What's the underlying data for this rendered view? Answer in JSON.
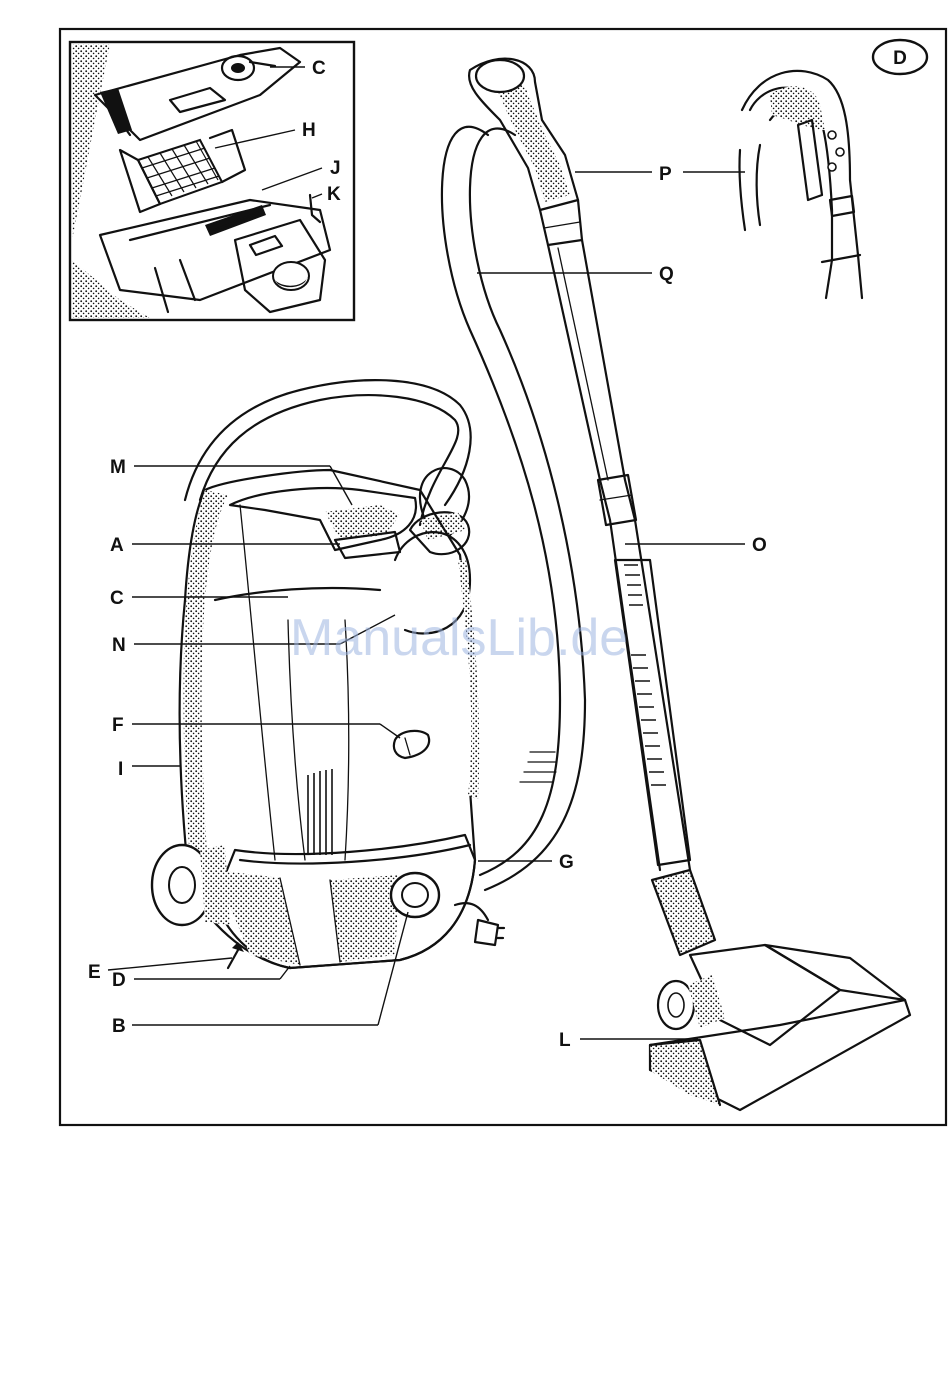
{
  "diagram": {
    "badge": "D",
    "watermark": "ManualsLib.de",
    "labels": {
      "c_inset": "C",
      "h": "H",
      "j": "J",
      "k": "K",
      "p": "P",
      "q": "Q",
      "m": "M",
      "a": "A",
      "c": "C",
      "n": "N",
      "o": "O",
      "f": "F",
      "i": "I",
      "g": "G",
      "e": "E",
      "d": "D",
      "b": "B",
      "l": "L"
    }
  },
  "colors": {
    "ink": "#111111",
    "watermark": "#9db4e0",
    "background": "#ffffff"
  }
}
